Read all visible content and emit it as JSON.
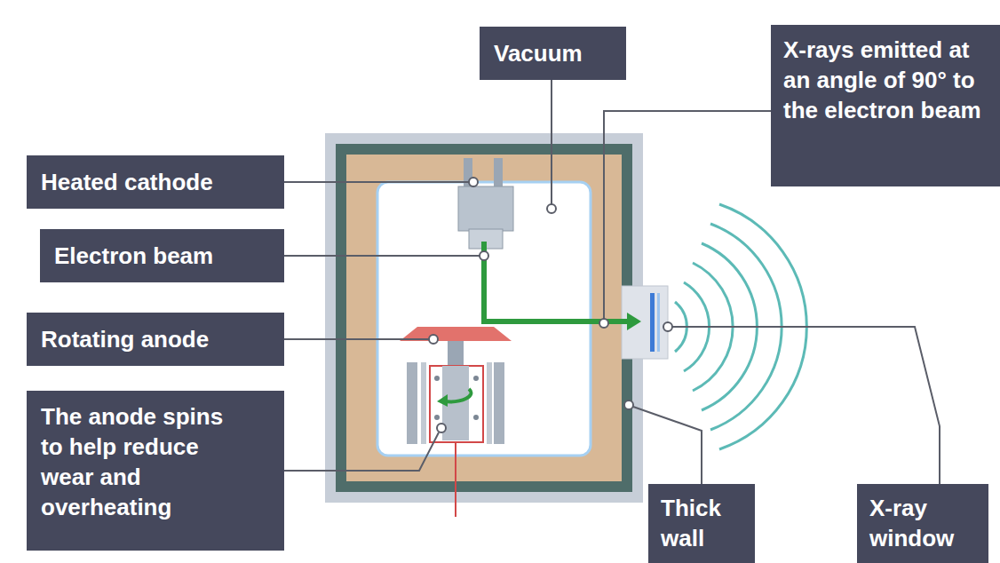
{
  "diagram": {
    "nodes": [
      {
        "text": [
          "Vacuum"
        ]
      },
      {
        "text": [
          "X-rays emitted at an angle of 90° to the electron beam"
        ]
      },
      {
        "text": [
          "Heated cathode"
        ]
      },
      {
        "text": [
          "Electron beam"
        ]
      },
      {
        "text": [
          "Rotating anode"
        ]
      },
      {
        "text": [
          "The anode spins to help reduce wear and overheating"
        ]
      },
      {
        "text": [
          "Thick wall"
        ]
      },
      {
        "text": [
          "X-ray window"
        ]
      }
    ]
  }
}
